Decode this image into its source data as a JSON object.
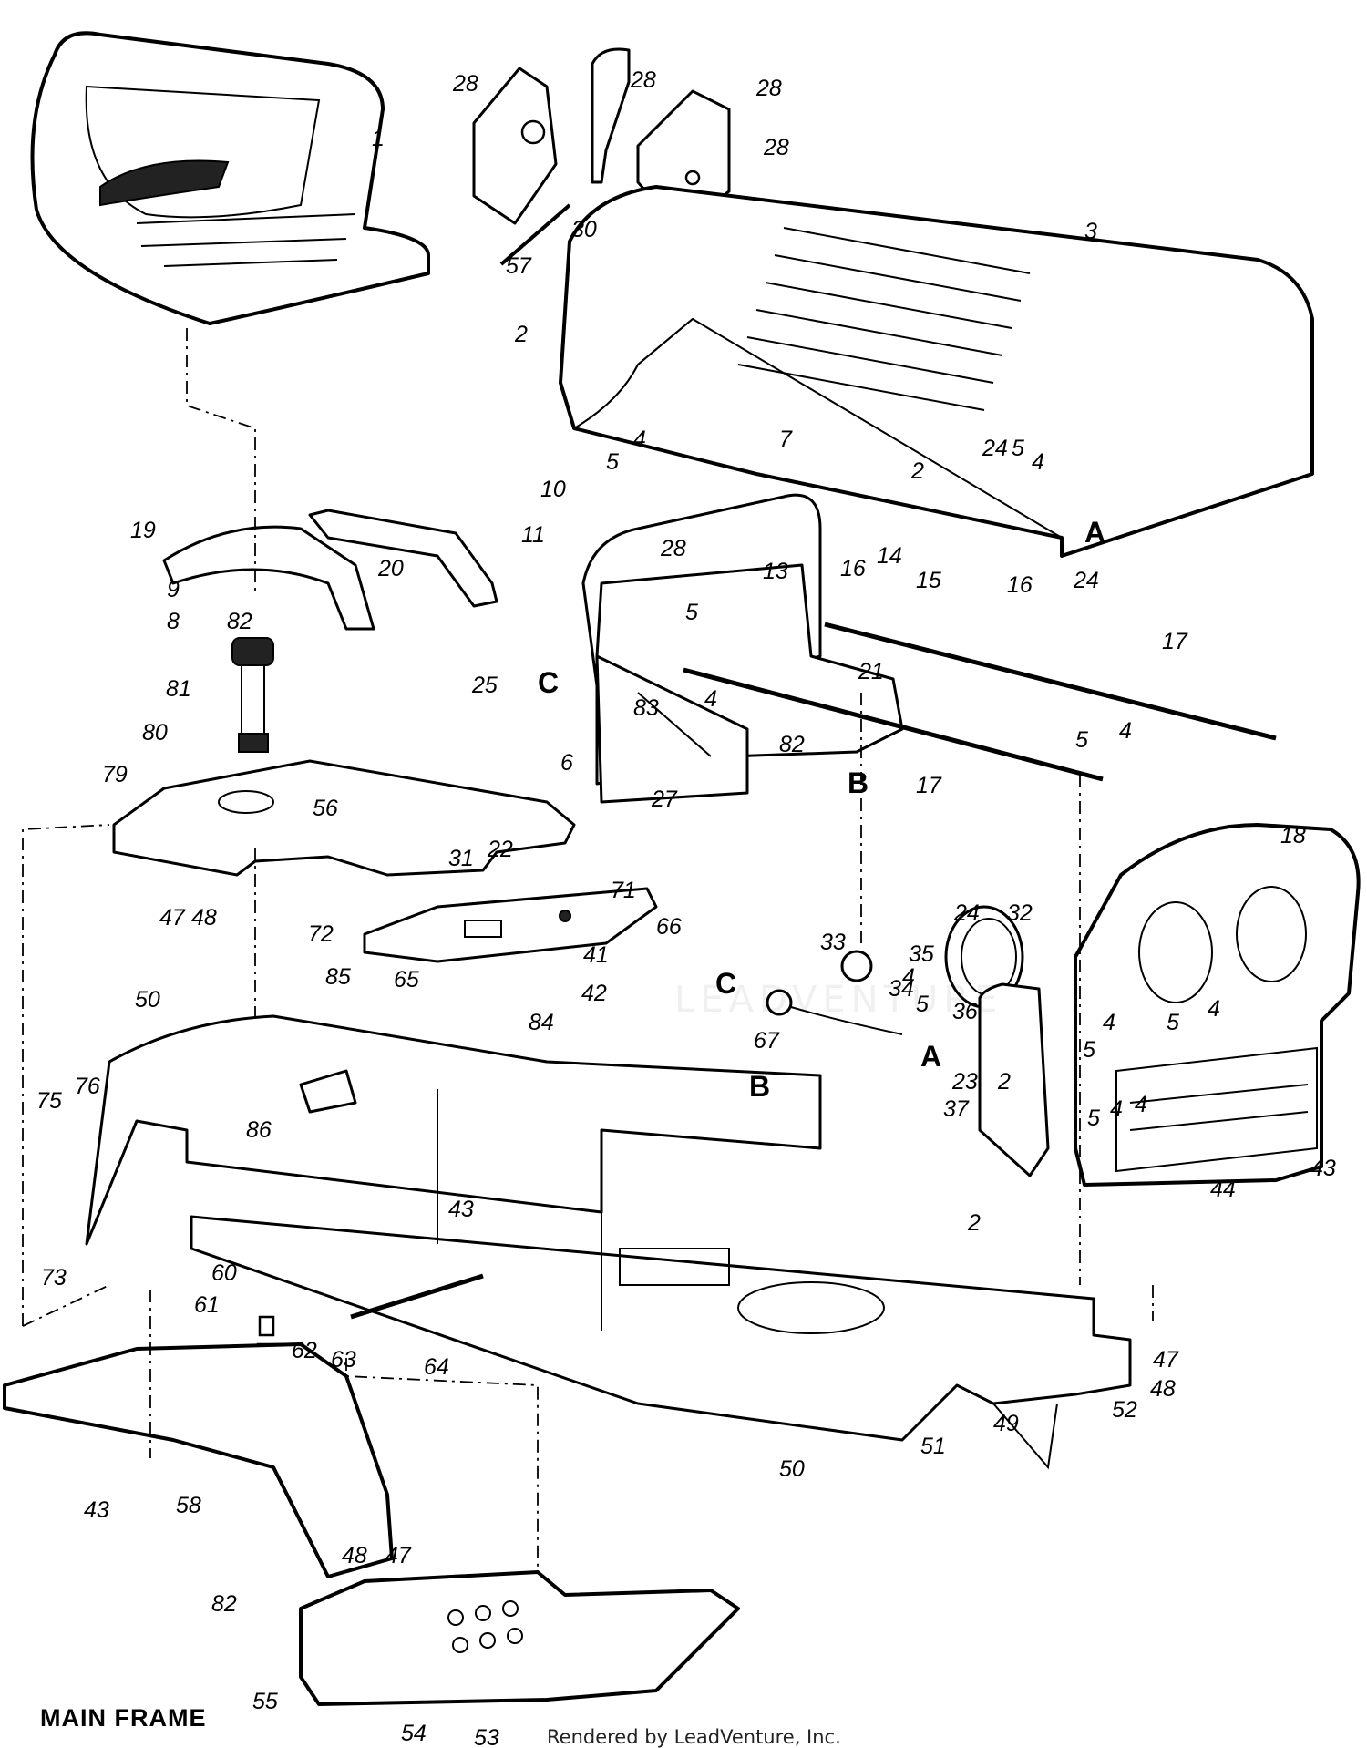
{
  "title": "MAIN FRAME",
  "credit": "Rendered by LeadVenture, Inc.",
  "watermark": "LEADVENTURE",
  "reference_marks": [
    "A",
    "A",
    "B",
    "B",
    "C",
    "C"
  ],
  "callouts": [
    {
      "id": "1",
      "text": "1"
    },
    {
      "id": "2a",
      "text": "2"
    },
    {
      "id": "2b",
      "text": "2"
    },
    {
      "id": "2c",
      "text": "2"
    },
    {
      "id": "2d",
      "text": "2"
    },
    {
      "id": "3",
      "text": "3"
    },
    {
      "id": "4a",
      "text": "4"
    },
    {
      "id": "4b",
      "text": "4"
    },
    {
      "id": "4c",
      "text": "4"
    },
    {
      "id": "4d",
      "text": "4"
    },
    {
      "id": "4e",
      "text": "4"
    },
    {
      "id": "4f",
      "text": "4"
    },
    {
      "id": "4g",
      "text": "4"
    },
    {
      "id": "4h",
      "text": "4"
    },
    {
      "id": "4i",
      "text": "4"
    },
    {
      "id": "5a",
      "text": "5"
    },
    {
      "id": "5b",
      "text": "5"
    },
    {
      "id": "5c",
      "text": "5"
    },
    {
      "id": "5d",
      "text": "5"
    },
    {
      "id": "5e",
      "text": "5"
    },
    {
      "id": "5f",
      "text": "5"
    },
    {
      "id": "5g",
      "text": "5"
    },
    {
      "id": "5h",
      "text": "5"
    },
    {
      "id": "6",
      "text": "6"
    },
    {
      "id": "7",
      "text": "7"
    },
    {
      "id": "8",
      "text": "8"
    },
    {
      "id": "9",
      "text": "9"
    },
    {
      "id": "10",
      "text": "10"
    },
    {
      "id": "11",
      "text": "11"
    },
    {
      "id": "13",
      "text": "13"
    },
    {
      "id": "14",
      "text": "14"
    },
    {
      "id": "15",
      "text": "15"
    },
    {
      "id": "16a",
      "text": "16"
    },
    {
      "id": "16b",
      "text": "16"
    },
    {
      "id": "17a",
      "text": "17"
    },
    {
      "id": "17b",
      "text": "17"
    },
    {
      "id": "18",
      "text": "18"
    },
    {
      "id": "19",
      "text": "19"
    },
    {
      "id": "20",
      "text": "20"
    },
    {
      "id": "21",
      "text": "21"
    },
    {
      "id": "22",
      "text": "22"
    },
    {
      "id": "23",
      "text": "23"
    },
    {
      "id": "24a",
      "text": "24"
    },
    {
      "id": "24b",
      "text": "24"
    },
    {
      "id": "24c",
      "text": "24"
    },
    {
      "id": "25",
      "text": "25"
    },
    {
      "id": "27",
      "text": "27"
    },
    {
      "id": "28a",
      "text": "28"
    },
    {
      "id": "28b",
      "text": "28"
    },
    {
      "id": "28c",
      "text": "28"
    },
    {
      "id": "28d",
      "text": "28"
    },
    {
      "id": "28e",
      "text": "28"
    },
    {
      "id": "30",
      "text": "30"
    },
    {
      "id": "31",
      "text": "31"
    },
    {
      "id": "32",
      "text": "32"
    },
    {
      "id": "33",
      "text": "33"
    },
    {
      "id": "34",
      "text": "34"
    },
    {
      "id": "35",
      "text": "35"
    },
    {
      "id": "36",
      "text": "36"
    },
    {
      "id": "37",
      "text": "37"
    },
    {
      "id": "41",
      "text": "41"
    },
    {
      "id": "42",
      "text": "42"
    },
    {
      "id": "43a",
      "text": "43"
    },
    {
      "id": "43b",
      "text": "43"
    },
    {
      "id": "43c",
      "text": "43"
    },
    {
      "id": "44",
      "text": "44"
    },
    {
      "id": "47a",
      "text": "47"
    },
    {
      "id": "47b",
      "text": "47"
    },
    {
      "id": "47c",
      "text": "47"
    },
    {
      "id": "48a",
      "text": "48"
    },
    {
      "id": "48b",
      "text": "48"
    },
    {
      "id": "48c",
      "text": "48"
    },
    {
      "id": "49",
      "text": "49"
    },
    {
      "id": "50a",
      "text": "50"
    },
    {
      "id": "50b",
      "text": "50"
    },
    {
      "id": "51",
      "text": "51"
    },
    {
      "id": "52",
      "text": "52"
    },
    {
      "id": "53",
      "text": "53"
    },
    {
      "id": "54",
      "text": "54"
    },
    {
      "id": "55",
      "text": "55"
    },
    {
      "id": "56",
      "text": "56"
    },
    {
      "id": "57",
      "text": "57"
    },
    {
      "id": "58",
      "text": "58"
    },
    {
      "id": "60",
      "text": "60"
    },
    {
      "id": "61",
      "text": "61"
    },
    {
      "id": "62",
      "text": "62"
    },
    {
      "id": "63",
      "text": "63"
    },
    {
      "id": "64",
      "text": "64"
    },
    {
      "id": "65",
      "text": "65"
    },
    {
      "id": "66",
      "text": "66"
    },
    {
      "id": "67",
      "text": "67"
    },
    {
      "id": "71",
      "text": "71"
    },
    {
      "id": "72",
      "text": "72"
    },
    {
      "id": "73",
      "text": "73"
    },
    {
      "id": "75",
      "text": "75"
    },
    {
      "id": "76",
      "text": "76"
    },
    {
      "id": "79",
      "text": "79"
    },
    {
      "id": "80",
      "text": "80"
    },
    {
      "id": "81",
      "text": "81"
    },
    {
      "id": "82a",
      "text": "82"
    },
    {
      "id": "82b",
      "text": "82"
    },
    {
      "id": "82c",
      "text": "82"
    },
    {
      "id": "83",
      "text": "83"
    },
    {
      "id": "84",
      "text": "84"
    },
    {
      "id": "85",
      "text": "85"
    },
    {
      "id": "86",
      "text": "86"
    }
  ]
}
